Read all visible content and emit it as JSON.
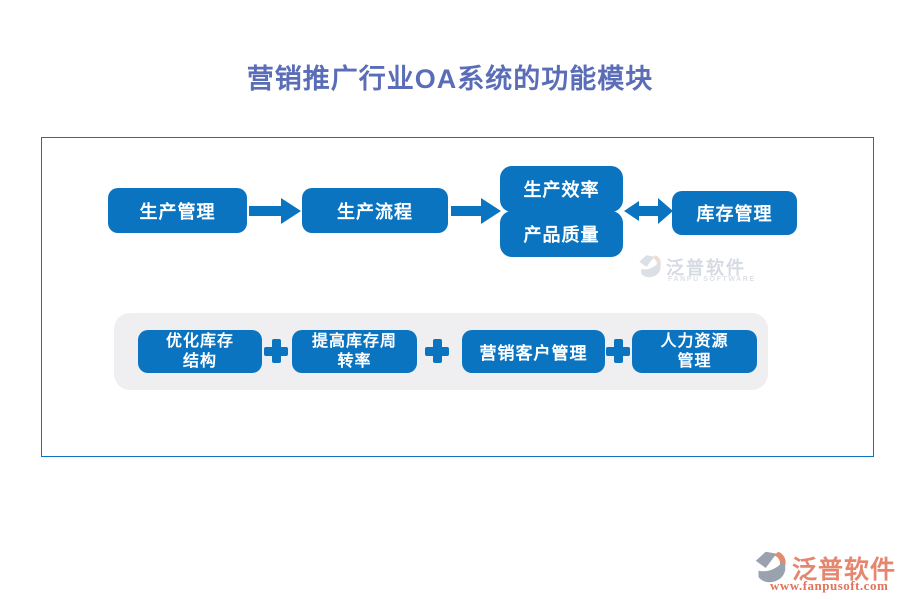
{
  "page": {
    "title": "营销推广行业OA系统的功能模块"
  },
  "flow": {
    "nodes": [
      {
        "label": "生产管理"
      },
      {
        "label": "生产流程"
      },
      {
        "label_top": "生产效率",
        "label_bottom": "产品质量"
      },
      {
        "label": "库存管理"
      }
    ],
    "connectors": [
      "arrow-right",
      "arrow-right",
      "arrow-both"
    ]
  },
  "bottom_group": {
    "items": [
      {
        "lines": [
          "优化库存",
          "结构"
        ]
      },
      {
        "lines": [
          "提高库存周",
          "转率"
        ]
      },
      {
        "lines": [
          "营销客户管理"
        ]
      },
      {
        "lines": [
          "人力资源",
          "管理"
        ]
      }
    ],
    "separator": "plus"
  },
  "watermark": {
    "brand": "泛普软件",
    "sub": "FANPU SOFTWARE"
  },
  "footer_logo": {
    "brand": "泛普软件",
    "url": "www.fanpusoft.com"
  },
  "colors": {
    "node_blue": "#0b74c1",
    "frame_blue": "#0e74bd",
    "title_blue": "#5a6db6",
    "group_gray": "#efeff1",
    "watermark_gray": "#d6dae3",
    "brand_salmon": "#e5866f",
    "url_salmon": "#e0735c"
  }
}
